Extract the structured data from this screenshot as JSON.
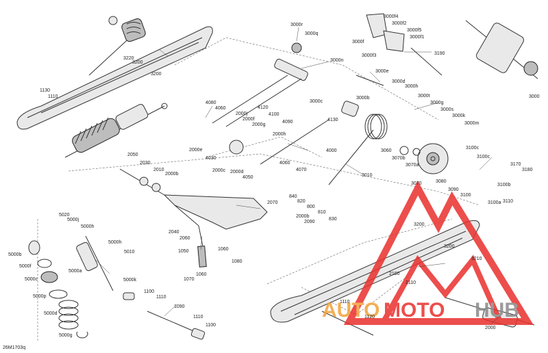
{
  "diagram_code": "26M1703q",
  "watermark": {
    "part1": "AUTO",
    "part2": "MOTO",
    "part3": "HUB",
    "color_red": "#e9302d",
    "color_orange": "#f2a23a",
    "color_gray": "#8a8a8a"
  },
  "labels": [
    {
      "id": "l3000r",
      "text": "3000r"
    },
    {
      "id": "l3000q",
      "text": "3000q"
    },
    {
      "id": "l3000n",
      "text": "3000n"
    },
    {
      "id": "l3000f4",
      "text": "3000f4"
    },
    {
      "id": "l3000f2",
      "text": "3000f2"
    },
    {
      "id": "l3000f",
      "text": "3000f"
    },
    {
      "id": "l3000f5",
      "text": "3000f5"
    },
    {
      "id": "l3000f1",
      "text": "3000f1"
    },
    {
      "id": "l3000f3",
      "text": "3000f3"
    },
    {
      "id": "l3190",
      "text": "3190"
    },
    {
      "id": "l3000e",
      "text": "3000e"
    },
    {
      "id": "l3000d",
      "text": "3000d"
    },
    {
      "id": "l3000h",
      "text": "3000h"
    },
    {
      "id": "l3000t",
      "text": "3000t"
    },
    {
      "id": "l3000g",
      "text": "3000g"
    },
    {
      "id": "l3000s",
      "text": "3000s"
    },
    {
      "id": "l3000k",
      "text": "3000k"
    },
    {
      "id": "l3000m",
      "text": "3000m"
    },
    {
      "id": "l3000b",
      "text": "3000b"
    },
    {
      "id": "l3000c",
      "text": "3000c"
    },
    {
      "id": "l3000",
      "text": "3000"
    },
    {
      "id": "l3220",
      "text": "3220"
    },
    {
      "id": "l3200a",
      "text": "3200"
    },
    {
      "id": "l3200b",
      "text": "3200"
    },
    {
      "id": "l1130",
      "text": "1130"
    },
    {
      "id": "l1110a",
      "text": "1110"
    },
    {
      "id": "l4080",
      "text": "4080"
    },
    {
      "id": "l4060a",
      "text": "4060"
    },
    {
      "id": "l2000j",
      "text": "2000j"
    },
    {
      "id": "l2000f",
      "text": "2000f"
    },
    {
      "id": "l2000g",
      "text": "2000g"
    },
    {
      "id": "l4120",
      "text": "4120"
    },
    {
      "id": "l4100",
      "text": "4100"
    },
    {
      "id": "l4090",
      "text": "4090"
    },
    {
      "id": "l4130",
      "text": "4130"
    },
    {
      "id": "l2000h",
      "text": "2000h"
    },
    {
      "id": "l4000",
      "text": "4000"
    },
    {
      "id": "l2000e",
      "text": "2000e"
    },
    {
      "id": "l4030",
      "text": "4030"
    },
    {
      "id": "l2000c",
      "text": "2000c"
    },
    {
      "id": "l2000d",
      "text": "2000d"
    },
    {
      "id": "l4050",
      "text": "4050"
    },
    {
      "id": "l4060b",
      "text": "4060"
    },
    {
      "id": "l4070",
      "text": "4070"
    },
    {
      "id": "l3010",
      "text": "3010"
    },
    {
      "id": "l3060",
      "text": "3060"
    },
    {
      "id": "l3070b",
      "text": "3070b"
    },
    {
      "id": "l3070a",
      "text": "3070a"
    },
    {
      "id": "l3070",
      "text": "3070"
    },
    {
      "id": "l3080",
      "text": "3080"
    },
    {
      "id": "l3090",
      "text": "3090"
    },
    {
      "id": "l3100c1",
      "text": "3100c"
    },
    {
      "id": "l3100c2",
      "text": "3100c"
    },
    {
      "id": "l3170",
      "text": "3170"
    },
    {
      "id": "l3180",
      "text": "3180"
    },
    {
      "id": "l3100b",
      "text": "3100b"
    },
    {
      "id": "l3100",
      "text": "3100"
    },
    {
      "id": "l3110",
      "text": "3110"
    },
    {
      "id": "l3100a",
      "text": "3100a"
    },
    {
      "id": "l2050",
      "text": "2050"
    },
    {
      "id": "l2030",
      "text": "2030"
    },
    {
      "id": "l2010",
      "text": "2010"
    },
    {
      "id": "l2000b1",
      "text": "2000b"
    },
    {
      "id": "l840",
      "text": "840"
    },
    {
      "id": "l820",
      "text": "820"
    },
    {
      "id": "l800",
      "text": "800"
    },
    {
      "id": "l810",
      "text": "810"
    },
    {
      "id": "l830",
      "text": "830"
    },
    {
      "id": "l2070",
      "text": "2070"
    },
    {
      "id": "l2000b2",
      "text": "2000b"
    },
    {
      "id": "l2090",
      "text": "2090"
    },
    {
      "id": "l2040",
      "text": "2040"
    },
    {
      "id": "l2060",
      "text": "2060"
    },
    {
      "id": "l1050",
      "text": "1050"
    },
    {
      "id": "l1060a",
      "text": "1060"
    },
    {
      "id": "l1060b",
      "text": "1060"
    },
    {
      "id": "l1080",
      "text": "1080"
    },
    {
      "id": "l1070",
      "text": "1070"
    },
    {
      "id": "l5020",
      "text": "5020"
    },
    {
      "id": "l5000j",
      "text": "5000j"
    },
    {
      "id": "l5000h1",
      "text": "5000h"
    },
    {
      "id": "l5000h2",
      "text": "5000h"
    },
    {
      "id": "l5010",
      "text": "5010"
    },
    {
      "id": "l5000b",
      "text": "5000b"
    },
    {
      "id": "l5000f",
      "text": "5000f"
    },
    {
      "id": "l5000c",
      "text": "5000c"
    },
    {
      "id": "l5000a",
      "text": "5000a"
    },
    {
      "id": "l5000k",
      "text": "5000k"
    },
    {
      "id": "l5000p",
      "text": "5000p"
    },
    {
      "id": "l5000d",
      "text": "5000d"
    },
    {
      "id": "l5000g",
      "text": "5000g"
    },
    {
      "id": "l1100a",
      "text": "1100"
    },
    {
      "id": "l1110b",
      "text": "1110"
    },
    {
      "id": "l1090",
      "text": "1090"
    },
    {
      "id": "l1110c",
      "text": "1110"
    },
    {
      "id": "l1100b",
      "text": "1100"
    },
    {
      "id": "l3200c",
      "text": "3200"
    },
    {
      "id": "l3200d",
      "text": "3200"
    },
    {
      "id": "l3210",
      "text": "3210"
    },
    {
      "id": "l2100",
      "text": "2100"
    },
    {
      "id": "l2110",
      "text": "2110"
    },
    {
      "id": "l1110d",
      "text": "1110"
    },
    {
      "id": "l1120",
      "text": "1120"
    },
    {
      "id": "l2000",
      "text": "2000"
    }
  ]
}
